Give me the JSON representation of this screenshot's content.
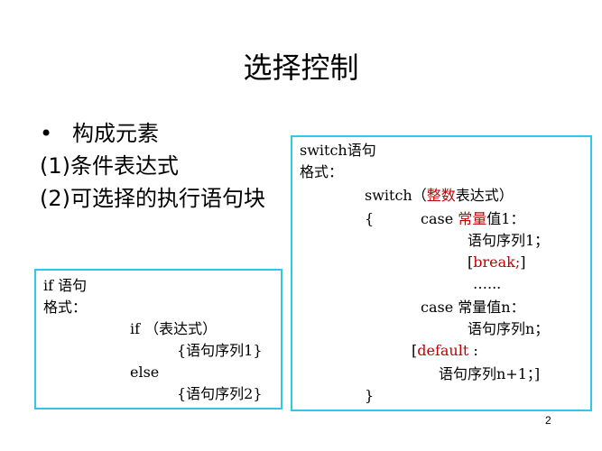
{
  "slide": {
    "title": "选择控制",
    "bullet_marker": "•",
    "bullet": "构成元素",
    "items": [
      "(1)条件表达式",
      "(2)可选择的执行语句块"
    ],
    "page_number": "2"
  },
  "if_box": {
    "line1": "if 语句",
    "line2": "格式：",
    "line3": "if （表达式）",
    "line4": "{语句序列1}",
    "line5": "else",
    "line6": "{语句序列2}"
  },
  "switch_box": {
    "line1": "switch语句",
    "line2": "格式：",
    "line3_pre": "switch（",
    "line3_red": "整数",
    "line3_post": "表达式）",
    "line4_brace": "{",
    "line4_case": "case",
    "line4_red": "常量",
    "line4_post": "值1：",
    "line5": "语句序列1；",
    "line6_open": "[",
    "line6_red": "break;",
    "line6_close": "]",
    "line7": "…...",
    "line8": "case 常量值n：",
    "line9": "语句序列n；",
    "line10_open": "[",
    "line10_red": "default",
    "line10_post": " :",
    "line11": "语句序列n+1；]",
    "line12": "}"
  },
  "colors": {
    "box_border": "#33c6e6",
    "keyword_red": "#c00000"
  }
}
